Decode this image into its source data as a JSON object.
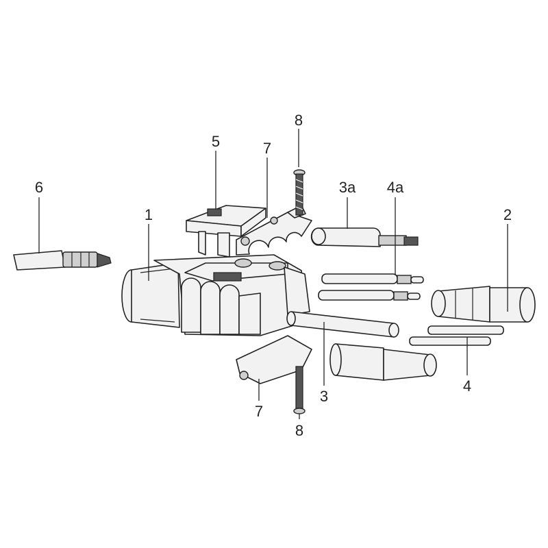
{
  "diagram": {
    "labels": {
      "screw_top": "8",
      "cover": "5",
      "clamp_top": "7",
      "pin": "6",
      "housing": "1",
      "tube_3a": "3a",
      "contacts_4a": "4a",
      "sleeve": "2",
      "tube_3": "3",
      "contacts_4": "4",
      "clamp_bottom": "7",
      "screw_bottom": "8"
    }
  }
}
